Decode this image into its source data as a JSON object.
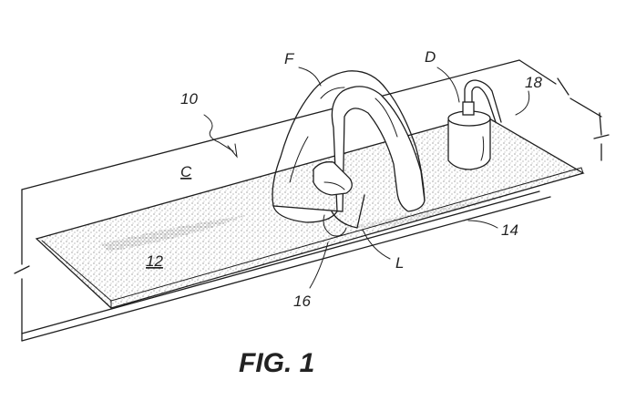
{
  "labels": {
    "faucet": "F",
    "dispenser": "D",
    "assembly": "10",
    "counter": "C",
    "mat": "12",
    "edge": "14",
    "part16": "16",
    "part18": "18",
    "lever": "L"
  },
  "caption": "FIG. 1"
}
